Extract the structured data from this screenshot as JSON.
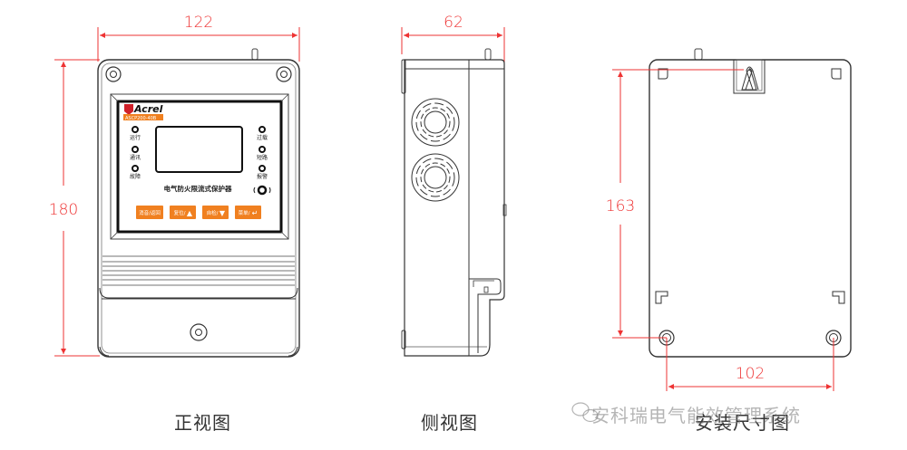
{
  "diagram": {
    "title": "Electrical fire current-limiting protector dimension drawing",
    "colors": {
      "dimension": "#ee3333",
      "outline": "#333333",
      "button": "#f08020",
      "brand": "#d0202a"
    },
    "views": [
      {
        "id": "front",
        "caption": "正视图",
        "dimensions": {
          "width": "122",
          "height": "180"
        },
        "panel": {
          "brand": "Acrel",
          "model": "ASCP200-40B",
          "product_name": "电气防火限流式保护器",
          "left_indicators": [
            "运行",
            "通讯",
            "故障"
          ],
          "right_indicators": [
            "过载",
            "短路",
            "报警"
          ],
          "buttons": [
            {
              "label": "消音/返回",
              "icon": ""
            },
            {
              "label": "复位/",
              "icon": "▲"
            },
            {
              "label": "自检/",
              "icon": "▼"
            },
            {
              "label": "菜单/",
              "icon": "↵"
            }
          ]
        }
      },
      {
        "id": "side",
        "caption": "侧视图",
        "dimensions": {
          "depth": "62"
        }
      },
      {
        "id": "install",
        "caption": "安装尺寸图",
        "dimensions": {
          "hole_vertical": "163",
          "hole_horizontal": "102"
        }
      }
    ],
    "watermark": "安科瑞电气能效管理系统"
  }
}
